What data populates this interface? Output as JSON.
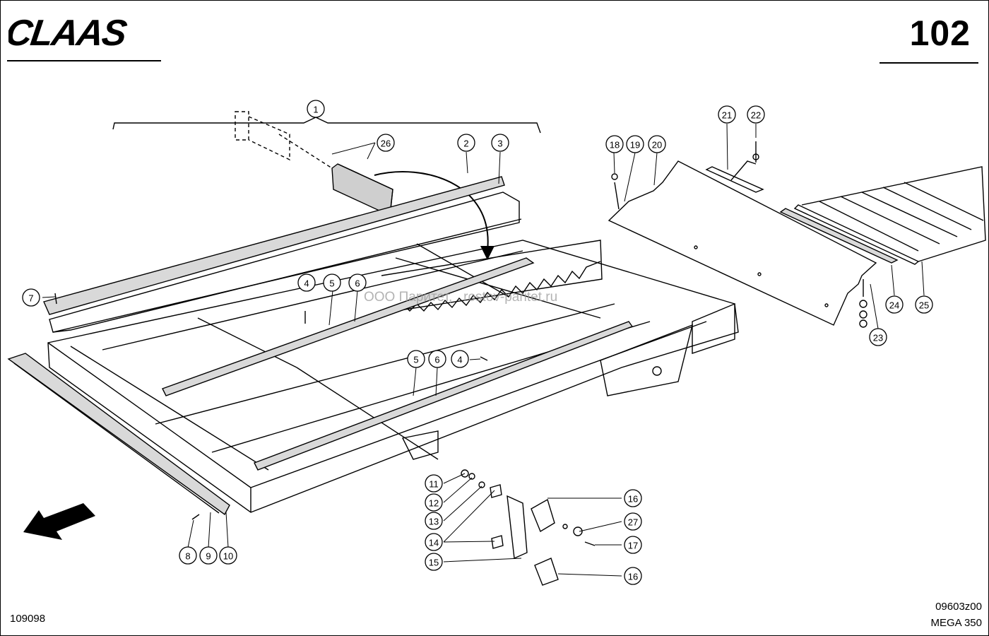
{
  "header": {
    "brand": "CLAAS",
    "page_number": "102"
  },
  "watermark": "ООО Паритет,   rostov-paritet.ru",
  "footer": {
    "drawing_number": "109098",
    "image_code": "09603z00",
    "model": "MEGA 350"
  },
  "callouts": [
    "1",
    "2",
    "3",
    "4",
    "5",
    "6",
    "7",
    "4",
    "5",
    "6",
    "8",
    "9",
    "10",
    "11",
    "12",
    "13",
    "14",
    "15",
    "16",
    "27",
    "17",
    "16",
    "18",
    "19",
    "20",
    "21",
    "22",
    "23",
    "24",
    "25",
    "26"
  ]
}
